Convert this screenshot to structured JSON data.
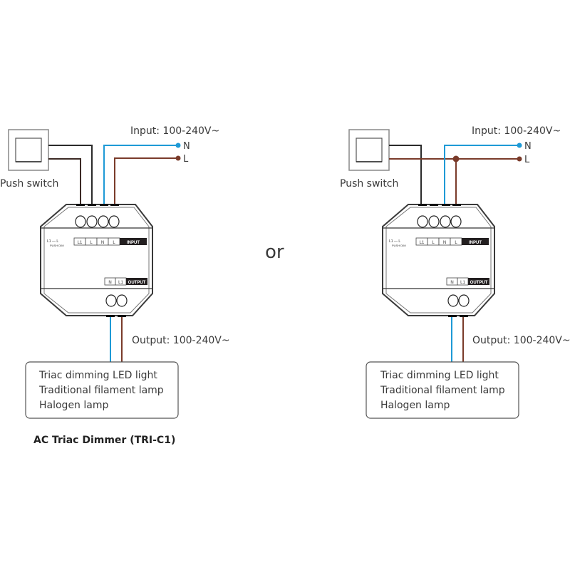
{
  "colors": {
    "neutral": "#1e9ad6",
    "live": "#7a3b2a",
    "switch_wire": "#2b2b2b",
    "outline": "#3a3a3a",
    "text": "#3a3a3a"
  },
  "separator": "or",
  "title": "AC Triac Dimmer  (TRI-C1)",
  "diagrams": [
    {
      "variant": "separate",
      "switch_label": "Push switch",
      "input_label": "Input: 100-240V~",
      "n_label": "N",
      "l_label": "L",
      "output_label": "Output: 100-240V~",
      "loads": [
        "Triac dimming LED light",
        "Traditional filament lamp",
        "Halogen lamp"
      ],
      "device": {
        "push_dim_label": "L1 — L",
        "push_dim_sub": "PUSH DIM",
        "input_terminals": [
          "L1",
          "L",
          "N",
          "L"
        ],
        "input_tag": "INPUT",
        "output_terminals": [
          "N",
          "L1"
        ],
        "output_tag": "OUTPUT"
      }
    },
    {
      "variant": "shared-live",
      "switch_label": "Push switch",
      "input_label": "Input: 100-240V~",
      "n_label": "N",
      "l_label": "L",
      "output_label": "Output: 100-240V~",
      "loads": [
        "Triac dimming LED light",
        "Traditional filament lamp",
        "Halogen lamp"
      ],
      "device": {
        "push_dim_label": "L1 — L",
        "push_dim_sub": "PUSH DIM",
        "input_terminals": [
          "L1",
          "L",
          "N",
          "L"
        ],
        "input_tag": "INPUT",
        "output_terminals": [
          "N",
          "L1"
        ],
        "output_tag": "OUTPUT"
      }
    }
  ]
}
